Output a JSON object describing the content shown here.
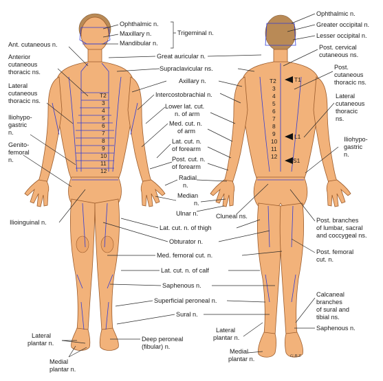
{
  "anterior": {
    "trigeminal_branches": [
      "Ophthalmic n.",
      "Maxillary n.",
      "Mandibular n."
    ],
    "trigeminal_group": "Trigeminal n.",
    "left_labels": [
      "Ant. cutaneous n.",
      "Anterior",
      "cutaneous",
      "thoracic ns.",
      "Lateral",
      "cutaneous",
      "thoracic ns.",
      "Iliohypo-",
      "gastric",
      "n.",
      "Genito-",
      "femoral",
      "n.",
      "Ilioinguinal n."
    ],
    "dermatome_numbers": [
      "T2",
      "3",
      "4",
      "5",
      "6",
      "7",
      "8",
      "9",
      "10",
      "11",
      "12"
    ],
    "foot_labels": [
      "Lateral",
      "plantar n.",
      "Medial",
      "plantar n.",
      "Deep peroneal",
      "(fibular) n."
    ]
  },
  "center_labels": [
    "Great auricular n.",
    "Supraclavicular ns.",
    "Axillary n.",
    "Intercostobrachial n.",
    "Lower lat. cut.",
    "n. of arm",
    "Med. cut. n.",
    "of arm",
    "Lat. cut. n.",
    "of forearm",
    "Post. cut. n.",
    "of forearm",
    "Radial",
    "n.",
    "Median",
    "n.",
    "Ulnar n.",
    "Cluneal ns.",
    "Lat. cut. n. of thigh",
    "Obturator n.",
    "Med. femoral cut. n.",
    "Lat. cut. n. of calf",
    "Saphenous n.",
    "Superficial peroneal n.",
    "Sural n."
  ],
  "posterior": {
    "right_labels": [
      "Ophthalmic n.",
      "Greater occipital n.",
      "Lesser occipital n.",
      "Post. cervical",
      "cutaneous ns.",
      "Post.",
      "cutaneous",
      "thoracic ns.",
      "Lateral",
      "cutaneous",
      "thoracic",
      "ns.",
      "Iliohypo-",
      "gastric",
      "n.",
      "Post. branches",
      "of lumbar, sacral",
      "and coccygeal ns.",
      "Post. femoral",
      "cut. n.",
      "Calcaneal",
      "branches",
      "of sural and",
      "tibial ns.",
      "Saphenous n."
    ],
    "foot_labels": [
      "Lateral",
      "plantar n.",
      "Medial",
      "plantar n."
    ],
    "spine_numbers": [
      "T2",
      "3",
      "4",
      "5",
      "6",
      "7",
      "8",
      "9",
      "10",
      "11",
      "12"
    ],
    "spine_markers": [
      "T1",
      "L1",
      "S1"
    ]
  },
  "signature": "G.B.Z"
}
